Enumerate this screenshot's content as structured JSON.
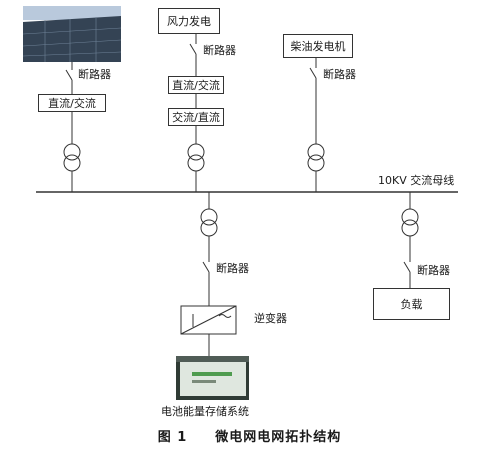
{
  "figure": {
    "number": "图 1",
    "title": "微电网电网拓扑结构"
  },
  "bus": {
    "label": "10KV 交流母线"
  },
  "sources": {
    "solar": {
      "breaker": "断路器",
      "converter": "直流/交流"
    },
    "wind": {
      "name": "风力发电",
      "breaker": "断路器",
      "converter1": "直流/交流",
      "converter2": "交流/直流"
    },
    "diesel": {
      "name": "柴油发电机",
      "breaker": "断路器"
    }
  },
  "storage": {
    "breaker": "断路器",
    "inverter": "逆变器",
    "name": "电池能量存储系统"
  },
  "load": {
    "breaker": "断路器",
    "name": "负载"
  },
  "colors": {
    "line": "#333333",
    "solar_panel": "#3a4a5a",
    "storage_cabinet": "#dfe7df"
  }
}
